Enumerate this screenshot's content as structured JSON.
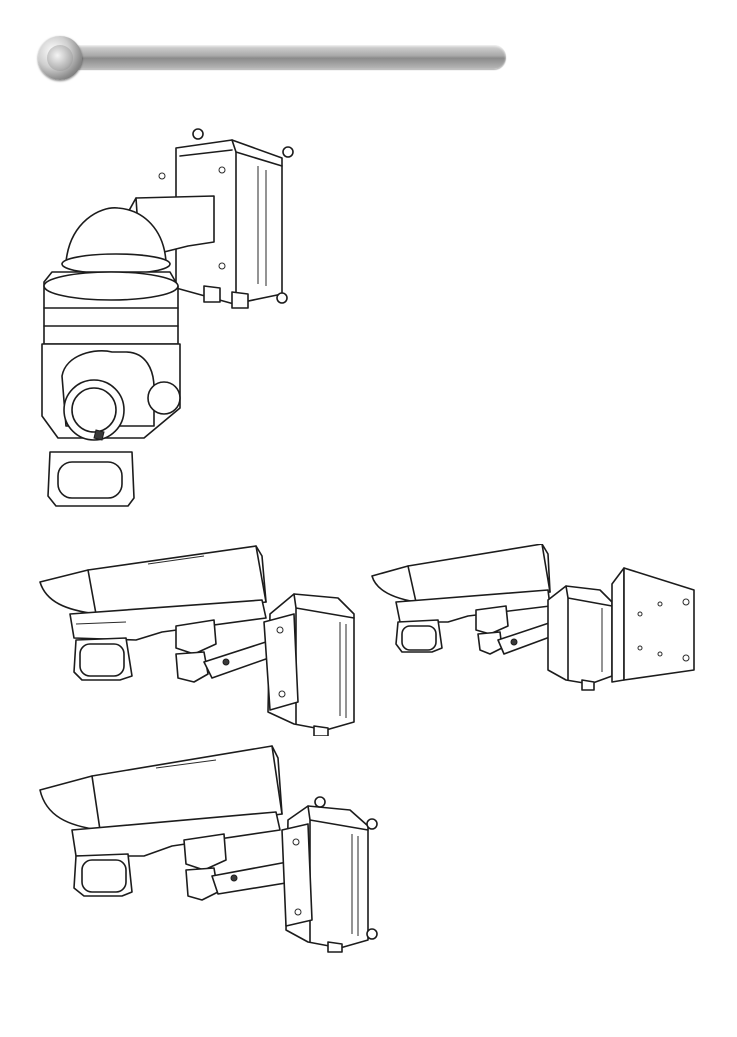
{
  "header": {
    "accent_gradient": [
      "#d8d8d8",
      "#8a8a8a"
    ]
  },
  "illustrations": [
    {
      "id": "ptz-dome-on-wall-bracket",
      "icon": "ptz-camera-wall-mount-icon"
    },
    {
      "id": "box-camera-on-wall-bracket-with-box",
      "icon": "box-camera-wall-box-mount-icon"
    },
    {
      "id": "box-camera-on-corner-mount",
      "icon": "box-camera-corner-mount-icon"
    },
    {
      "id": "box-camera-on-wall-bracket",
      "icon": "box-camera-wall-mount-icon"
    }
  ]
}
